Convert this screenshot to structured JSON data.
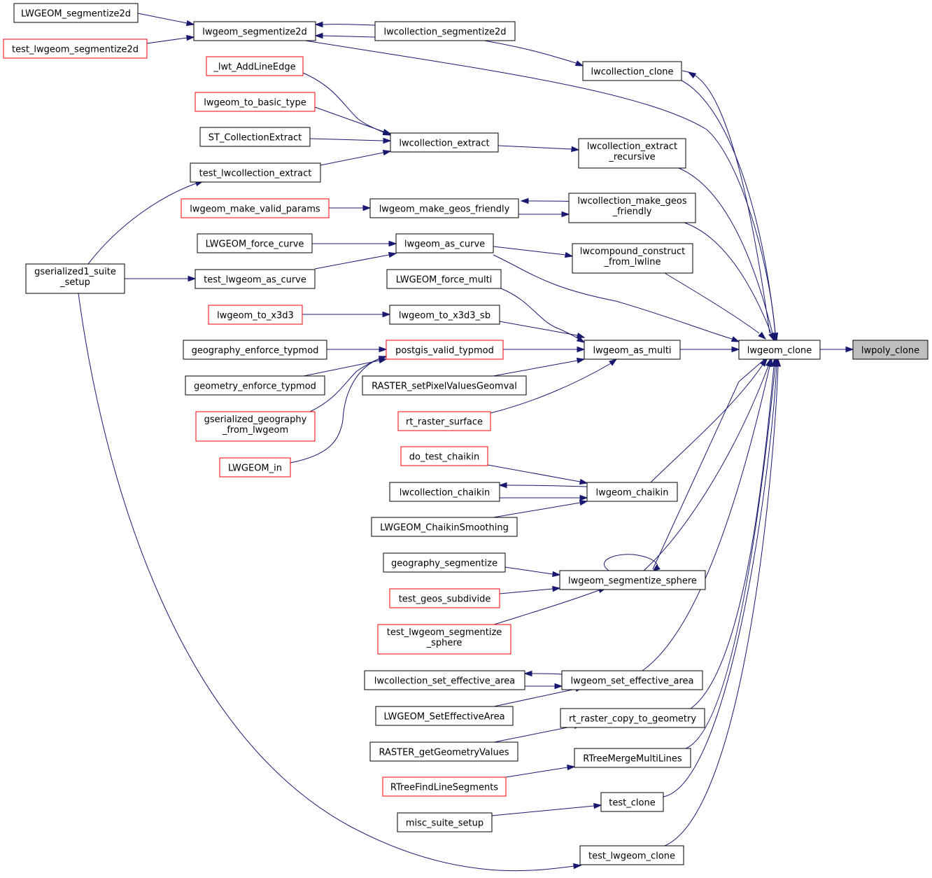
{
  "graph": {
    "title": "",
    "colors": {
      "edge": "#191970",
      "node_border": "#000000",
      "external_node_border": "#ff0000",
      "root_fill": "#bfbfbf"
    },
    "nodes": {
      "lwpoly_clone": "lwpoly_clone",
      "lwgeom_clone": "lwgeom_clone",
      "LWGEOM_segmentize2d": "LWGEOM_segmentize2d",
      "test_lwgeom_segmentize2d": "test_lwgeom_segmentize2d",
      "lwgeom_segmentize2d": "lwgeom_segmentize2d",
      "lwcollection_segmentize2d": "lwcollection_segmentize2d",
      "lwcollection_clone": "lwcollection_clone",
      "lwt_AddLineEdge": "_lwt_AddLineEdge",
      "lwgeom_to_basic_type": "lwgeom_to_basic_type",
      "ST_CollectionExtract": "ST_CollectionExtract",
      "test_lwcollection_extract": "test_lwcollection_extract",
      "lwcollection_extract": "lwcollection_extract",
      "lwcollection_extract_recursive": [
        "lwcollection_extract",
        "_recursive"
      ],
      "lwgeom_make_valid_params": "lwgeom_make_valid_params",
      "lwgeom_make_geos_friendly": "lwgeom_make_geos_friendly",
      "lwcollection_make_geos_friendly": [
        "lwcollection_make_geos",
        "_friendly"
      ],
      "LWGEOM_force_curve": "LWGEOM_force_curve",
      "test_lwgeom_as_curve": "test_lwgeom_as_curve",
      "lwgeom_as_curve": "lwgeom_as_curve",
      "lwcompound_construct_from_lwline": [
        "lwcompound_construct",
        "_from_lwline"
      ],
      "gserialized1_suite_setup": [
        "gserialized1_suite",
        "_setup"
      ],
      "LWGEOM_force_multi": "LWGEOM_force_multi",
      "lwgeom_to_x3d3": "lwgeom_to_x3d3",
      "lwgeom_to_x3d3_sb": "lwgeom_to_x3d3_sb",
      "geography_enforce_typmod": "geography_enforce_typmod",
      "postgis_valid_typmod": "postgis_valid_typmod",
      "lwgeom_as_multi": "lwgeom_as_multi",
      "geometry_enforce_typmod": "geometry_enforce_typmod",
      "RASTER_setPixelValuesGeomval": "RASTER_setPixelValuesGeomval",
      "gserialized_geography_from_lwgeom": [
        "gserialized_geography",
        "_from_lwgeom"
      ],
      "rt_raster_surface": "rt_raster_surface",
      "LWGEOM_in": "LWGEOM_in",
      "do_test_chaikin": "do_test_chaikin",
      "lwcollection_chaikin": "lwcollection_chaikin",
      "lwgeom_chaikin": "lwgeom_chaikin",
      "LWGEOM_ChaikinSmoothing": "LWGEOM_ChaikinSmoothing",
      "geography_segmentize": "geography_segmentize",
      "lwgeom_segmentize_sphere": "lwgeom_segmentize_sphere",
      "test_geos_subdivide": "test_geos_subdivide",
      "test_lwgeom_segmentize_sphere": [
        "test_lwgeom_segmentize",
        "_sphere"
      ],
      "lwcollection_set_effective_area": "lwcollection_set_effective_area",
      "lwgeom_set_effective_area": "lwgeom_set_effective_area",
      "LWGEOM_SetEffectiveArea": "LWGEOM_SetEffectiveArea",
      "rt_raster_copy_to_geometry": "rt_raster_copy_to_geometry",
      "RASTER_getGeometryValues": "RASTER_getGeometryValues",
      "RTreeMergeMultiLines": "RTreeMergeMultiLines",
      "RTreeFindLineSegments": "RTreeFindLineSegments",
      "test_clone": "test_clone",
      "misc_suite_setup": "misc_suite_setup",
      "test_lwgeom_clone": "test_lwgeom_clone"
    }
  }
}
